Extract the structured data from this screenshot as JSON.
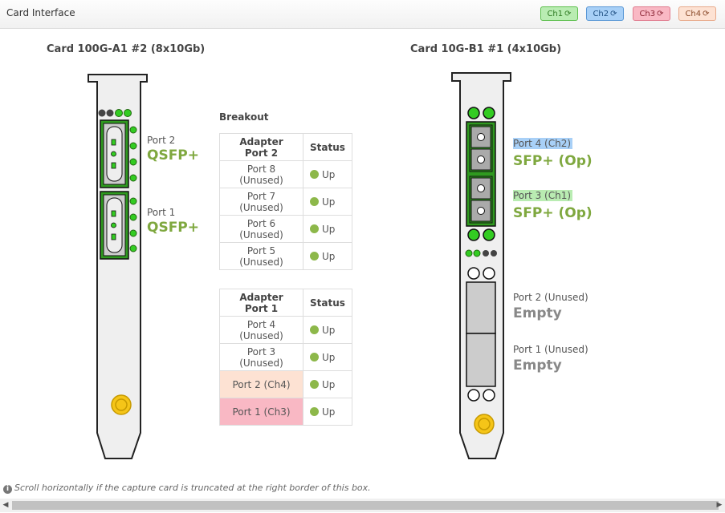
{
  "header": {
    "title": "Card Interface",
    "channels": [
      {
        "label": "Ch1",
        "bg": "#b9ecb2",
        "border": "#5cbf4c",
        "color": "#2f7a22"
      },
      {
        "label": "Ch2",
        "bg": "#a8d0f7",
        "border": "#5a98d6",
        "color": "#1f4f82"
      },
      {
        "label": "Ch3",
        "bg": "#f9b8c4",
        "border": "#e07b8e",
        "color": "#8a2434"
      },
      {
        "label": "Ch4",
        "bg": "#fde2d3",
        "border": "#e8a98a",
        "color": "#8a4a2a"
      }
    ],
    "refresh_icon": "refresh-icon"
  },
  "card_left": {
    "title": "Card 100G-A1 #2 (8x10Gb)",
    "ports": [
      {
        "label": "Port 2",
        "type": "QSFP+"
      },
      {
        "label": "Port 1",
        "type": "QSFP+"
      }
    ]
  },
  "breakout": {
    "title": "Breakout",
    "table2": {
      "header_port": "Adapter Port 2",
      "header_status": "Status",
      "rows": [
        {
          "port": "Port 8 (Unused)",
          "status": "Up",
          "bg": ""
        },
        {
          "port": "Port 7 (Unused)",
          "status": "Up",
          "bg": ""
        },
        {
          "port": "Port 6 (Unused)",
          "status": "Up",
          "bg": ""
        },
        {
          "port": "Port 5 (Unused)",
          "status": "Up",
          "bg": ""
        }
      ]
    },
    "table1": {
      "header_port": "Adapter Port 1",
      "header_status": "Status",
      "rows": [
        {
          "port": "Port 4 (Unused)",
          "status": "Up",
          "bg": ""
        },
        {
          "port": "Port 3 (Unused)",
          "status": "Up",
          "bg": ""
        },
        {
          "port": "Port 2 (Ch4)",
          "status": "Up",
          "bg": "#fde2d3"
        },
        {
          "port": "Port 1 (Ch3)",
          "status": "Up",
          "bg": "#f9b8c4"
        }
      ]
    }
  },
  "card_right": {
    "title": "Card 10G-B1 #1 (4x10Gb)",
    "ports": [
      {
        "label": "Port 4 (Ch2)",
        "type": "SFP+ (Op)",
        "bg": "#a8d0f7"
      },
      {
        "label": "Port 3 (Ch1)",
        "type": "SFP+ (Op)",
        "bg": "#b9ecb2"
      },
      {
        "label": "Port 2 (Unused)",
        "type": "Empty",
        "bg": ""
      },
      {
        "label": "Port 1 (Unused)",
        "type": "Empty",
        "bg": ""
      }
    ]
  },
  "footer": {
    "note": "Scroll horizontally if the capture card is truncated at the right border of this box.",
    "info_icon": "info-icon",
    "scroll_left_icon": "scroll-left-icon",
    "scroll_right_icon": "scroll-right-icon"
  }
}
